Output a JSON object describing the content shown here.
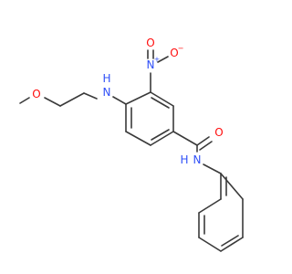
{
  "colors": {
    "bond": "#3a3a3a",
    "N": "#3050F8",
    "O": "#FF0D0D",
    "background": "#ffffff"
  },
  "labels": {
    "amine_H": "H",
    "amine_N": "N",
    "methoxy_O": "O",
    "nitro_N": "N",
    "nitro_N_charge": "+",
    "nitro_O_top": "O",
    "nitro_O_right": "O",
    "nitro_O_charge": "−",
    "amide_O": "O",
    "amide_N": "N",
    "amide_H": "H"
  }
}
